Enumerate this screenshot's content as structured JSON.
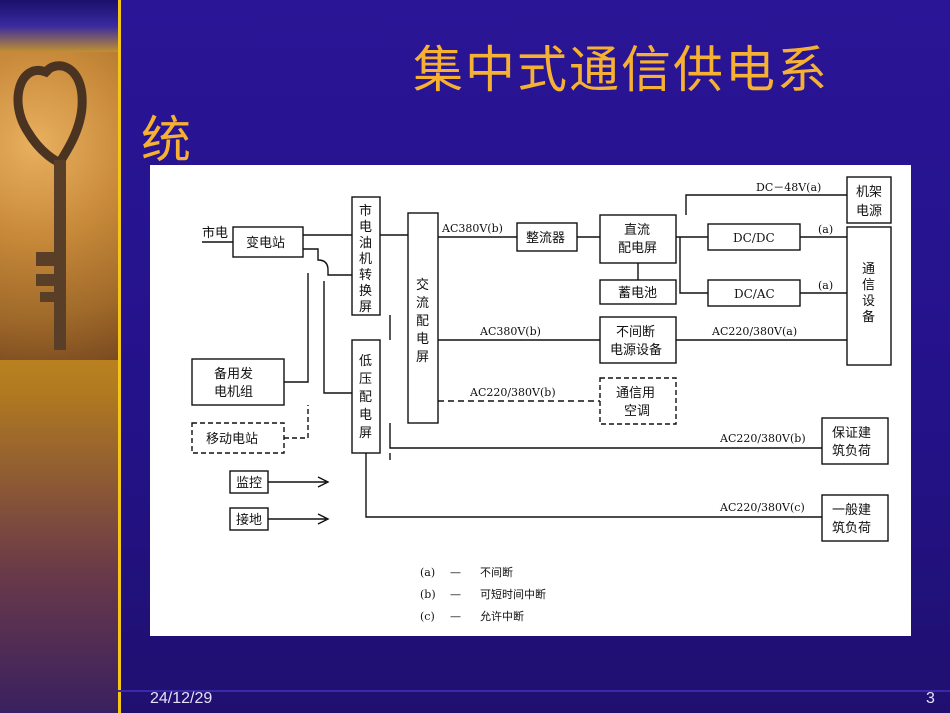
{
  "slide": {
    "title_line1": "集中式通信供电系",
    "title_line2": "统",
    "footer_date": "24/12/29",
    "footer_page": "3"
  },
  "colors": {
    "background": "#24128c",
    "title": "#f6b132",
    "accent_bar": "#f5c518"
  },
  "diagram": {
    "city_power": "市电",
    "substation": "变电站",
    "mains_oil_switch": [
      "市",
      "电",
      "油",
      "机",
      "转",
      "换",
      "屏"
    ],
    "low_voltage_panel": [
      "低",
      "压",
      "配",
      "电",
      "屏"
    ],
    "ac_panel": [
      "交",
      "流",
      "配",
      "电",
      "屏"
    ],
    "backup_gen": [
      "备用发",
      "电机组"
    ],
    "mobile_station": "移动电站",
    "monitor": "监控",
    "grounding": "接地",
    "rectifier": "整流器",
    "dc_panel": [
      "直流",
      "配电屏"
    ],
    "battery": "蓄电池",
    "dcdc": "DC/DC",
    "dcac": "DC/AC",
    "rack_power": [
      "机架",
      "电源"
    ],
    "comm_equipment": [
      "通",
      "信",
      "设",
      "备"
    ],
    "ups": [
      "不间断",
      "电源设备"
    ],
    "comm_ac": [
      "通信用",
      "空调"
    ],
    "guaranteed_load": [
      "保证建",
      "筑负荷"
    ],
    "general_load": [
      "一般建",
      "筑负荷"
    ],
    "label_ac380_b_1": "AC380V(b)",
    "label_ac380_b_2": "AC380V(b)",
    "label_ac220_b_aircon": "AC220/380V(b)",
    "label_dc48": "DC－48V(a)",
    "label_a1": "(a)",
    "label_a2": "(a)",
    "label_ac220_a": "AC220/380V(a)",
    "label_ac220_b_load": "AC220/380V(b)",
    "label_ac220_c": "AC220/380V(c)",
    "legend": [
      {
        "key": "(a)",
        "dash": "—",
        "text": "不间断"
      },
      {
        "key": "(b)",
        "dash": "—",
        "text": "可短时间中断"
      },
      {
        "key": "(c)",
        "dash": "—",
        "text": "允许中断"
      }
    ]
  }
}
